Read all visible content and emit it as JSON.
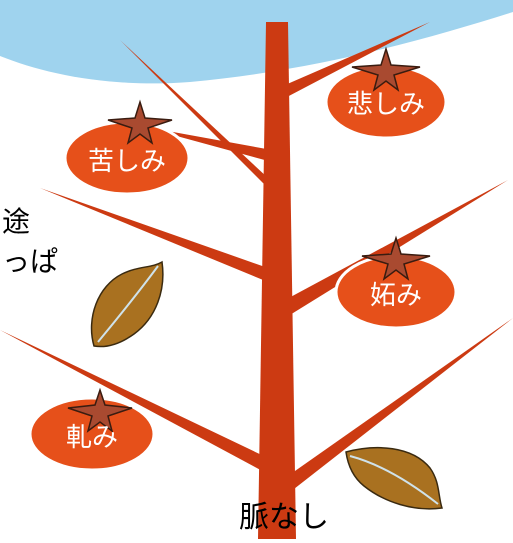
{
  "labels": {
    "fruit_top_right": "悲しみ",
    "fruit_upper_left": "苦しみ",
    "fruit_middle_right": "妬み",
    "fruit_lower_left": "軋み",
    "trunk_base": "脈なし",
    "side_fragment_1": "途",
    "side_fragment_2": "っぱ"
  },
  "colors": {
    "sky": "#9fd3ee",
    "branch": "#cc3a12",
    "fruit": "#e6501a",
    "fruit_outline": "#ffffff",
    "calyx": "#a94a30",
    "calyx_outline": "#3a1c10",
    "fruit_text": "#ffffff",
    "leaf": "#a97120",
    "leaf_outline": "#3a2a10",
    "leaf_vein": "#cfe2ea"
  }
}
